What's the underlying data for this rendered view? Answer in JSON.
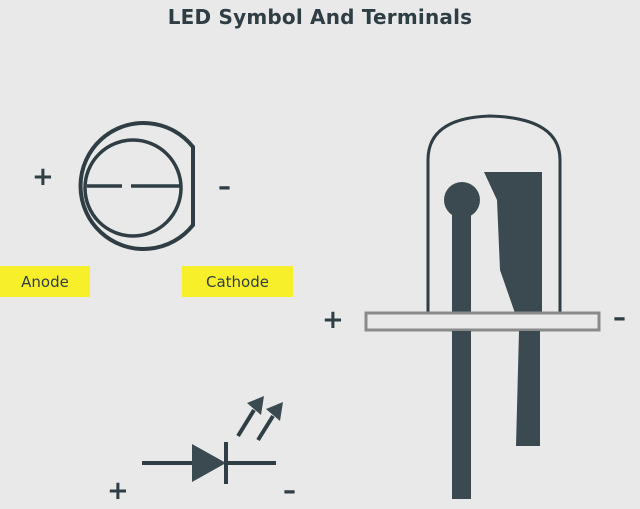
{
  "title": "LED Symbol And Terminals",
  "labels": {
    "anode": "Anode",
    "cathode": "Cathode"
  },
  "signs": {
    "plus": "+",
    "minus": "–"
  },
  "colors": {
    "background": "#e9e9e9",
    "ink": "#2f3d44",
    "highlight": "#f7ef2a",
    "flange_outline": "#8a8a8a"
  }
}
